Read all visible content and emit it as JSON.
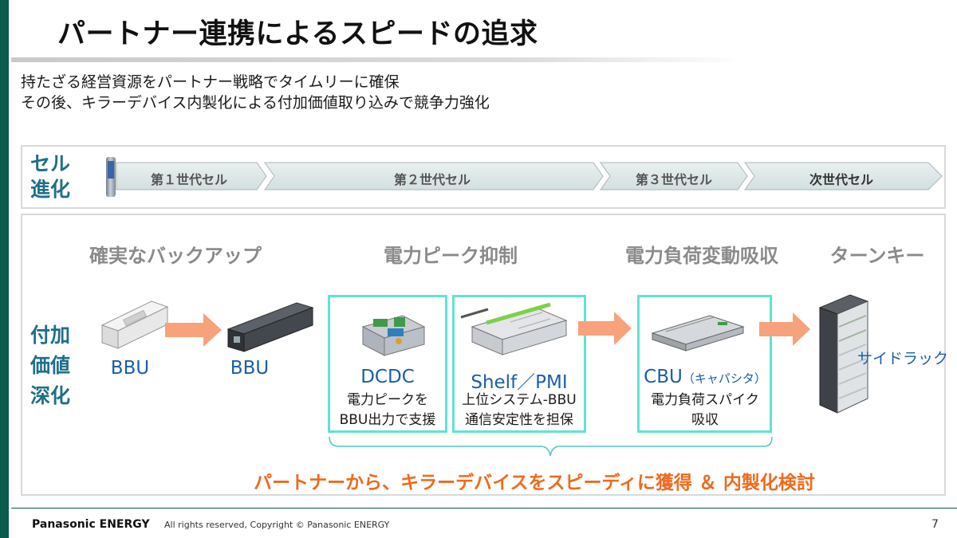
{
  "title": "パートナー連携によるスピードの追求",
  "subtitle_lines": [
    "持たざる経営資源をパートナー戦略でタイムリーに確保",
    "その後、キラーデバイス内製化による付加価値取り込みで競争力強化"
  ],
  "cell_evolution": {
    "label_line1": "セル",
    "label_line2": "進化",
    "generations": [
      "第１世代セル",
      "第２世代セル",
      "第３世代セル",
      "次世代セル"
    ]
  },
  "value_added": {
    "label_line1": "付加",
    "label_line2": "価値",
    "label_line3": "深化",
    "categories": [
      "確実なバックアップ",
      "電力ピーク抑制",
      "電力負荷変動吸収",
      "ターンキー"
    ],
    "products": {
      "bbu1": "BBU",
      "bbu2": "BBU",
      "dcdc": "DCDC",
      "dcdc_desc_1": "電力ピークを",
      "dcdc_desc_2": "BBU出力で支援",
      "shelf": "Shelf／PMI",
      "shelf_desc_1": "上位システム-BBU",
      "shelf_desc_2": "通信安定性を担保",
      "cbu": "CBU",
      "cbu_note": "（キャパシタ）",
      "cbu_desc_1": "電力負荷スパイク",
      "cbu_desc_2": "吸収",
      "rack": "サイドラック"
    },
    "conclusion": "パートナーから、キラーデバイスをスピーディに獲得 ＆ 内製化検討"
  },
  "footer": {
    "logo": "Panasonic ENERGY",
    "copyright": "All rights reserved, Copyright © Panasonic ENERGY",
    "page": "7"
  },
  "colors": {
    "accent_green": "#0a5c4c",
    "label_blue": "#1e6f8a",
    "product_blue": "#1a5fa8",
    "highlight_cyan": "#5fe3d4",
    "conclusion_orange": "#f06a1c",
    "arrow_orange": "#f7a27a"
  },
  "icons": [
    "battery-cell-icon",
    "bbu-unit-icon",
    "dcdc-board-icon",
    "shelf-pmi-icon",
    "cbu-capacitor-icon",
    "server-rack-icon",
    "arrow-right-icon",
    "curly-brace-icon"
  ]
}
